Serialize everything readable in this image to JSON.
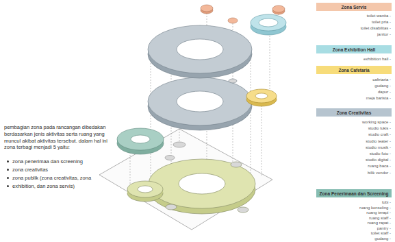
{
  "diagram": {
    "nodes": [
      {
        "text": [
          "Zona Servis"
        ]
      },
      {
        "text": [
          "Zona Exhibition Hall"
        ]
      },
      {
        "text": [
          "Zona Cafetaria"
        ]
      },
      {
        "text": [
          "Zona Creativitas"
        ]
      },
      {
        "text": [
          "Zona Penerimaan dan Screening"
        ]
      }
    ],
    "labels": [
      "pembagian zona pada rancangan dibedakan berdasarkan jenis aktivitas serta ruang yang muncul akibat aktivitas tersebut. dalam hal ini zona terbagi menjadi 5 yaitu:",
      "zona penerimaa dan screening",
      "zona creativitas",
      "zona publik (zona creativitas, zona",
      "exhibition, dan zona servis)",
      "toilet wanita -",
      "toilet pria -",
      "toilet disabilitas -",
      "janitor -",
      "exhibition hall -",
      "cafetaria -",
      "gudang -",
      "dapur -",
      "meja barista -",
      "working space -",
      "studio lukis -",
      "studio craft -",
      "studio teater -",
      "studio musik -",
      "studio foto -",
      "studio digital -",
      "ruang baca -",
      "bilik vendor -",
      "lobi -",
      "ruang konseling -",
      "ruang terapi -",
      "ruang staff -",
      "ruang rapat -",
      "pantry -",
      "toilet staff -",
      "gudang -"
    ]
  }
}
